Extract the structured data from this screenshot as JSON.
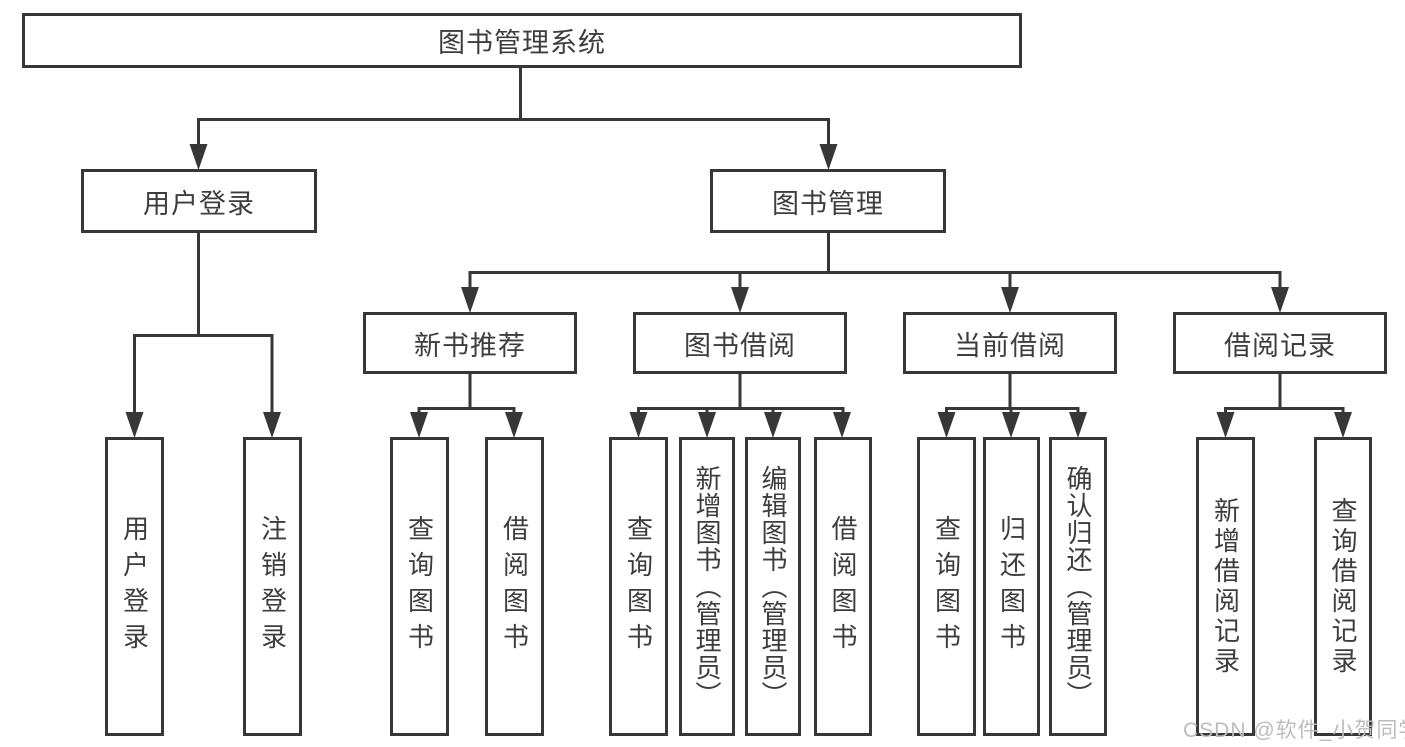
{
  "diagram": {
    "root": {
      "label": "图书管理系统"
    },
    "level2": [
      {
        "label": "用户登录"
      },
      {
        "label": "图书管理"
      }
    ],
    "level3": [
      {
        "label": "新书推荐",
        "parent": "图书管理"
      },
      {
        "label": "图书借阅",
        "parent": "图书管理"
      },
      {
        "label": "当前借阅",
        "parent": "图书管理"
      },
      {
        "label": "借阅记录",
        "parent": "图书管理"
      }
    ],
    "leaves": [
      {
        "label": "用户登录",
        "parent": "用户登录"
      },
      {
        "label": "注销登录",
        "parent": "用户登录"
      },
      {
        "label": "查询图书",
        "parent": "新书推荐"
      },
      {
        "label": "借阅图书",
        "parent": "新书推荐"
      },
      {
        "label": "查询图书",
        "parent": "图书借阅"
      },
      {
        "label": "新增图书（管理员）",
        "parent": "图书借阅"
      },
      {
        "label": "编辑图书（管理员）",
        "parent": "图书借阅"
      },
      {
        "label": "借阅图书",
        "parent": "图书借阅"
      },
      {
        "label": "查询图书",
        "parent": "当前借阅"
      },
      {
        "label": "归还图书",
        "parent": "当前借阅"
      },
      {
        "label": "确认归还（管理员）",
        "parent": "当前借阅"
      },
      {
        "label": "新增借阅记录",
        "parent": "借阅记录"
      },
      {
        "label": "查询借阅记录",
        "parent": "借阅记录"
      }
    ],
    "watermark": "CSDN @软件_小贺同学",
    "colors": {
      "line": "#373737",
      "text": "#3d3d3d",
      "watermark": "#bcbcbc",
      "background": "#ffffff"
    }
  }
}
